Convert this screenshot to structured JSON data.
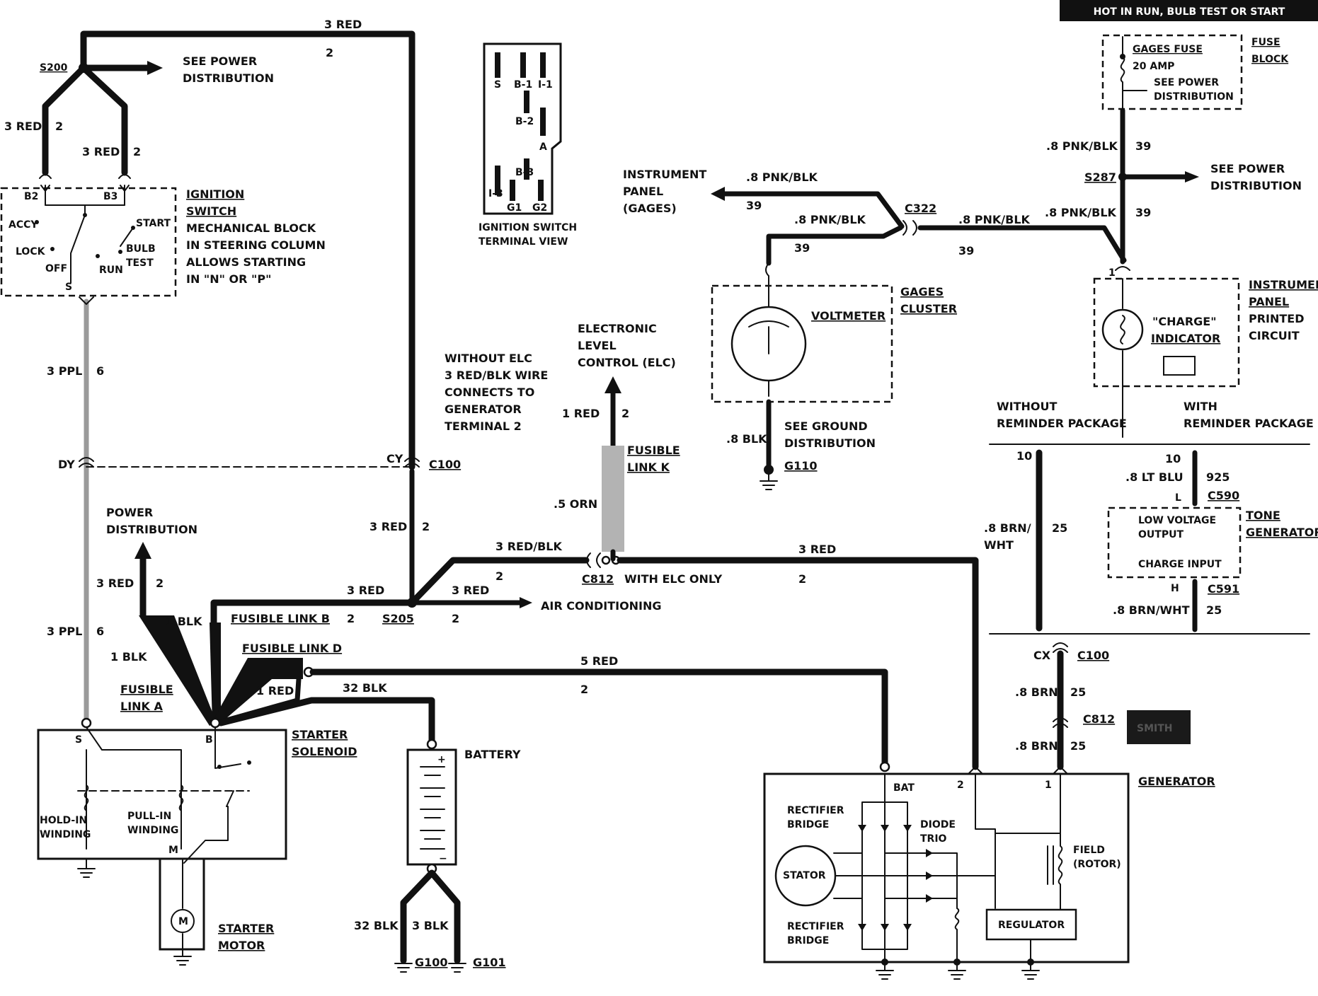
{
  "header": {
    "banner": "HOT IN RUN,  BULB TEST OR START"
  },
  "fuse_block": {
    "fuse_name": "GAGES FUSE",
    "fuse_rating": "20 AMP",
    "see_power_1": "SEE POWER",
    "see_power_2": "DISTRIBUTION",
    "title_1": "FUSE",
    "title_2": "BLOCK"
  },
  "wires": {
    "top_3red": "3 RED",
    "top_2": "2",
    "s200_left_3red": "3 RED",
    "s200_left_2": "2",
    "s200_right_3red": "3 RED",
    "s200_right_2": "2",
    "ppl_upper": "3 PPL",
    "ppl_upper_6": "6",
    "ppl_lower": "3 PPL",
    "ppl_lower_6": "6",
    "cy_3red": "3 RED",
    "cy_2": "2",
    "pd_3red": "3 RED",
    "pd_2": "2",
    "s205_in_3red": "3 RED",
    "s205_in_2": "2",
    "s205_out_3red": "3 RED",
    "s205_out_2": "2",
    "redblk": "3 RED/BLK",
    "redblk_2": "2",
    "orn": ".5 ORN",
    "elc_1red": "1 RED",
    "elc_2": "2",
    "gen_3red": "3 RED",
    "gen_2": "2",
    "gen_5red": "5 RED",
    "gen_5red_2": "2",
    "blk32": "32 BLK",
    "blk_1a": "1 BLK",
    "blk_1b": "1 BLK",
    "red_1": "1 RED",
    "pnk_1": ".8 PNK/BLK",
    "pnk_1_39": "39",
    "pnk_2": ".8 PNK/BLK",
    "pnk_2_39": "39",
    "pnk_3": ".8 PNK/BLK",
    "pnk_3_39": "39",
    "pnk_4": ".8 PNK/BLK",
    "pnk_4_39": "39",
    "pnk_5": ".8 PNK/BLK",
    "pnk_5_39": "39",
    "gnd_blk": ".8 BLK",
    "brn_wht_1": ".8 BRN/",
    "brn_wht_2": "WHT",
    "brn_wht_25": "25",
    "lt_blu": ".8 LT BLU",
    "lt_blu_925": "925",
    "brn_wht_b": ".8 BRN/WHT",
    "brn_wht_b_25": "25",
    "brn_a": ".8 BRN",
    "brn_a_25": "25",
    "brn_b": ".8 BRN",
    "brn_b_25": "25",
    "bat_blk32": "32 BLK",
    "bat_3blk": "3 BLK"
  },
  "splices": {
    "s200": "S200",
    "s205": "S205",
    "s287": "S287",
    "c100": "C100",
    "c100b": "C100",
    "c322": "C322",
    "c812": "C812",
    "c812b": "C812",
    "c590": "C590",
    "c591": "C591",
    "dy": "DY",
    "cy": "CY",
    "cx": "CX"
  },
  "labels": {
    "see_power_1": "SEE POWER",
    "see_power_2": "DISTRIBUTION",
    "see_power_r1": "SEE POWER",
    "see_power_r2": "DISTRIBUTION",
    "ign_title_1": "IGNITION",
    "ign_title_2": "SWITCH",
    "ign_desc_1": "MECHANICAL BLOCK",
    "ign_desc_2": "IN STEERING COLUMN",
    "ign_desc_3": "ALLOWS STARTING",
    "ign_desc_4": "IN \"N\" OR \"P\"",
    "ign_b2": "B2",
    "ign_b3": "B3",
    "ign_accy": "ACCY",
    "ign_lock": "LOCK",
    "ign_off": "OFF",
    "ign_run": "RUN",
    "ign_start": "START",
    "ign_bulb": "BULB",
    "ign_test": "TEST",
    "ign_s": "S",
    "term_view_1": "IGNITION SWITCH",
    "term_view_2": "TERMINAL VIEW",
    "t_s": "S",
    "t_b1": "B-1",
    "t_i1": "I-1",
    "t_b2": "B-2",
    "t_a": "A",
    "t_b3": "B-3",
    "t_i3": "I-3",
    "t_g1": "G1",
    "t_g2": "G2",
    "wo_elc_1": "WITHOUT ELC",
    "wo_elc_2": "3 RED/BLK WIRE",
    "wo_elc_3": "CONNECTS TO",
    "wo_elc_4": "GENERATOR",
    "wo_elc_5": "TERMINAL 2",
    "elc_1": "ELECTRONIC",
    "elc_2": "LEVEL",
    "elc_3": "CONTROL (ELC)",
    "fl_k_1": "FUSIBLE",
    "fl_k_2": "LINK K",
    "with_elc": "WITH ELC ONLY",
    "pd_1": "POWER",
    "pd_2": "DISTRIBUTION",
    "ac": "AIR CONDITIONING",
    "fl_b": "FUSIBLE LINK B",
    "fl_d": "FUSIBLE LINK D",
    "fl_a_1": "FUSIBLE",
    "fl_a_2": "LINK A",
    "ip_1": "INSTRUMENT",
    "ip_2": "PANEL",
    "ip_3": "(GAGES)",
    "gages_1": "GAGES",
    "gages_2": "CLUSTER",
    "voltmeter": "VOLTMETER",
    "gnd_1": "SEE GROUND",
    "gnd_2": "DISTRIBUTION",
    "g110": "G110",
    "ipc_1": "INSTRUMENT",
    "ipc_2": "PANEL",
    "ipc_3": "PRINTED",
    "ipc_4": "CIRCUIT",
    "charge_1": "\"CHARGE\"",
    "charge_2": "INDICATOR",
    "wo_rem_1": "WITHOUT",
    "wo_rem_2": "REMINDER PACKAGE",
    "w_rem_1": "WITH",
    "w_rem_2": "REMINDER PACKAGE",
    "tone_1": "TONE",
    "tone_2": "GENERATOR",
    "tone_lv_1": "LOW VOLTAGE",
    "tone_lv_2": "OUTPUT",
    "tone_ci": "CHARGE INPUT",
    "pin_10a": "10",
    "pin_10b": "10",
    "pin_l": "L",
    "pin_h": "H",
    "pin_1": "1",
    "solenoid_1": "STARTER",
    "solenoid_2": "SOLENOID",
    "sol_s": "S",
    "sol_b": "B",
    "sol_m": "M",
    "hold_1": "HOLD-IN",
    "hold_2": "WINDING",
    "pull_1": "PULL-IN",
    "pull_2": "WINDING",
    "motor_1": "STARTER",
    "motor_2": "MOTOR",
    "motor_m": "M",
    "battery": "BATTERY",
    "g100": "G100",
    "g101": "G101",
    "generator": "GENERATOR",
    "gen_bat": "BAT",
    "gen_2": "2",
    "gen_1": "1",
    "rect_1a": "RECTIFIER",
    "rect_1b": "BRIDGE",
    "rect_2a": "RECTIFIER",
    "rect_2b": "BRIDGE",
    "stator": "STATOR",
    "diode_1": "DIODE",
    "diode_2": "TRIO",
    "field_1": "FIELD",
    "field_2": "(ROTOR)",
    "regulator": "REGULATOR",
    "stamp": "SMITH"
  }
}
